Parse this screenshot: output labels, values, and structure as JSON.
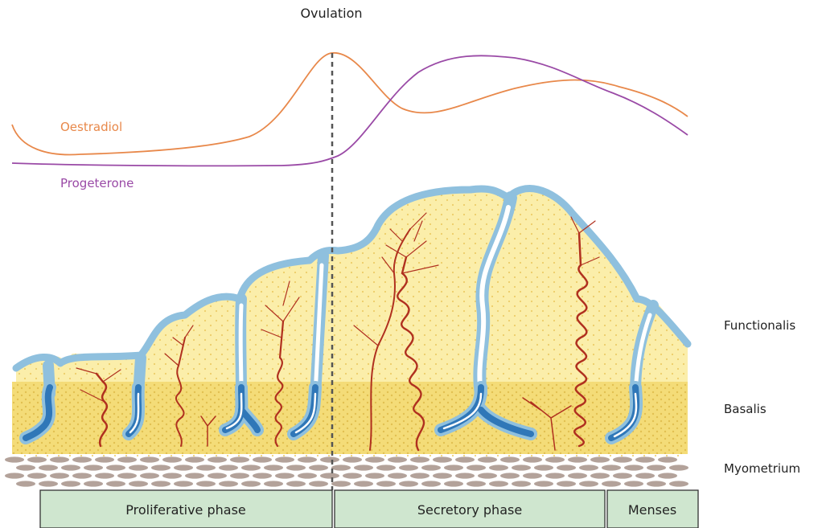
{
  "title": "Ovulation",
  "hormones": {
    "oestradiol": {
      "label": "Oestradiol",
      "color": "#e8884a"
    },
    "progesterone": {
      "label": "Progeterone",
      "color": "#9a4aa6"
    }
  },
  "layers": {
    "functionalis": "Functionalis",
    "basalis": "Basalis",
    "myometrium": "Myometrium"
  },
  "phases": [
    {
      "label": "Proliferative phase"
    },
    {
      "label": "Secretory phase"
    },
    {
      "label": "Menses"
    }
  ],
  "colors": {
    "functionalis": "#fbeeaa",
    "basalis": "#f4dc78",
    "myometrium": "#b3a29a",
    "gland_outline": "#8fc0de",
    "gland_basal": "#2f77b8",
    "vessel": "#b0301f",
    "phase_box": "#cfe6cf"
  }
}
